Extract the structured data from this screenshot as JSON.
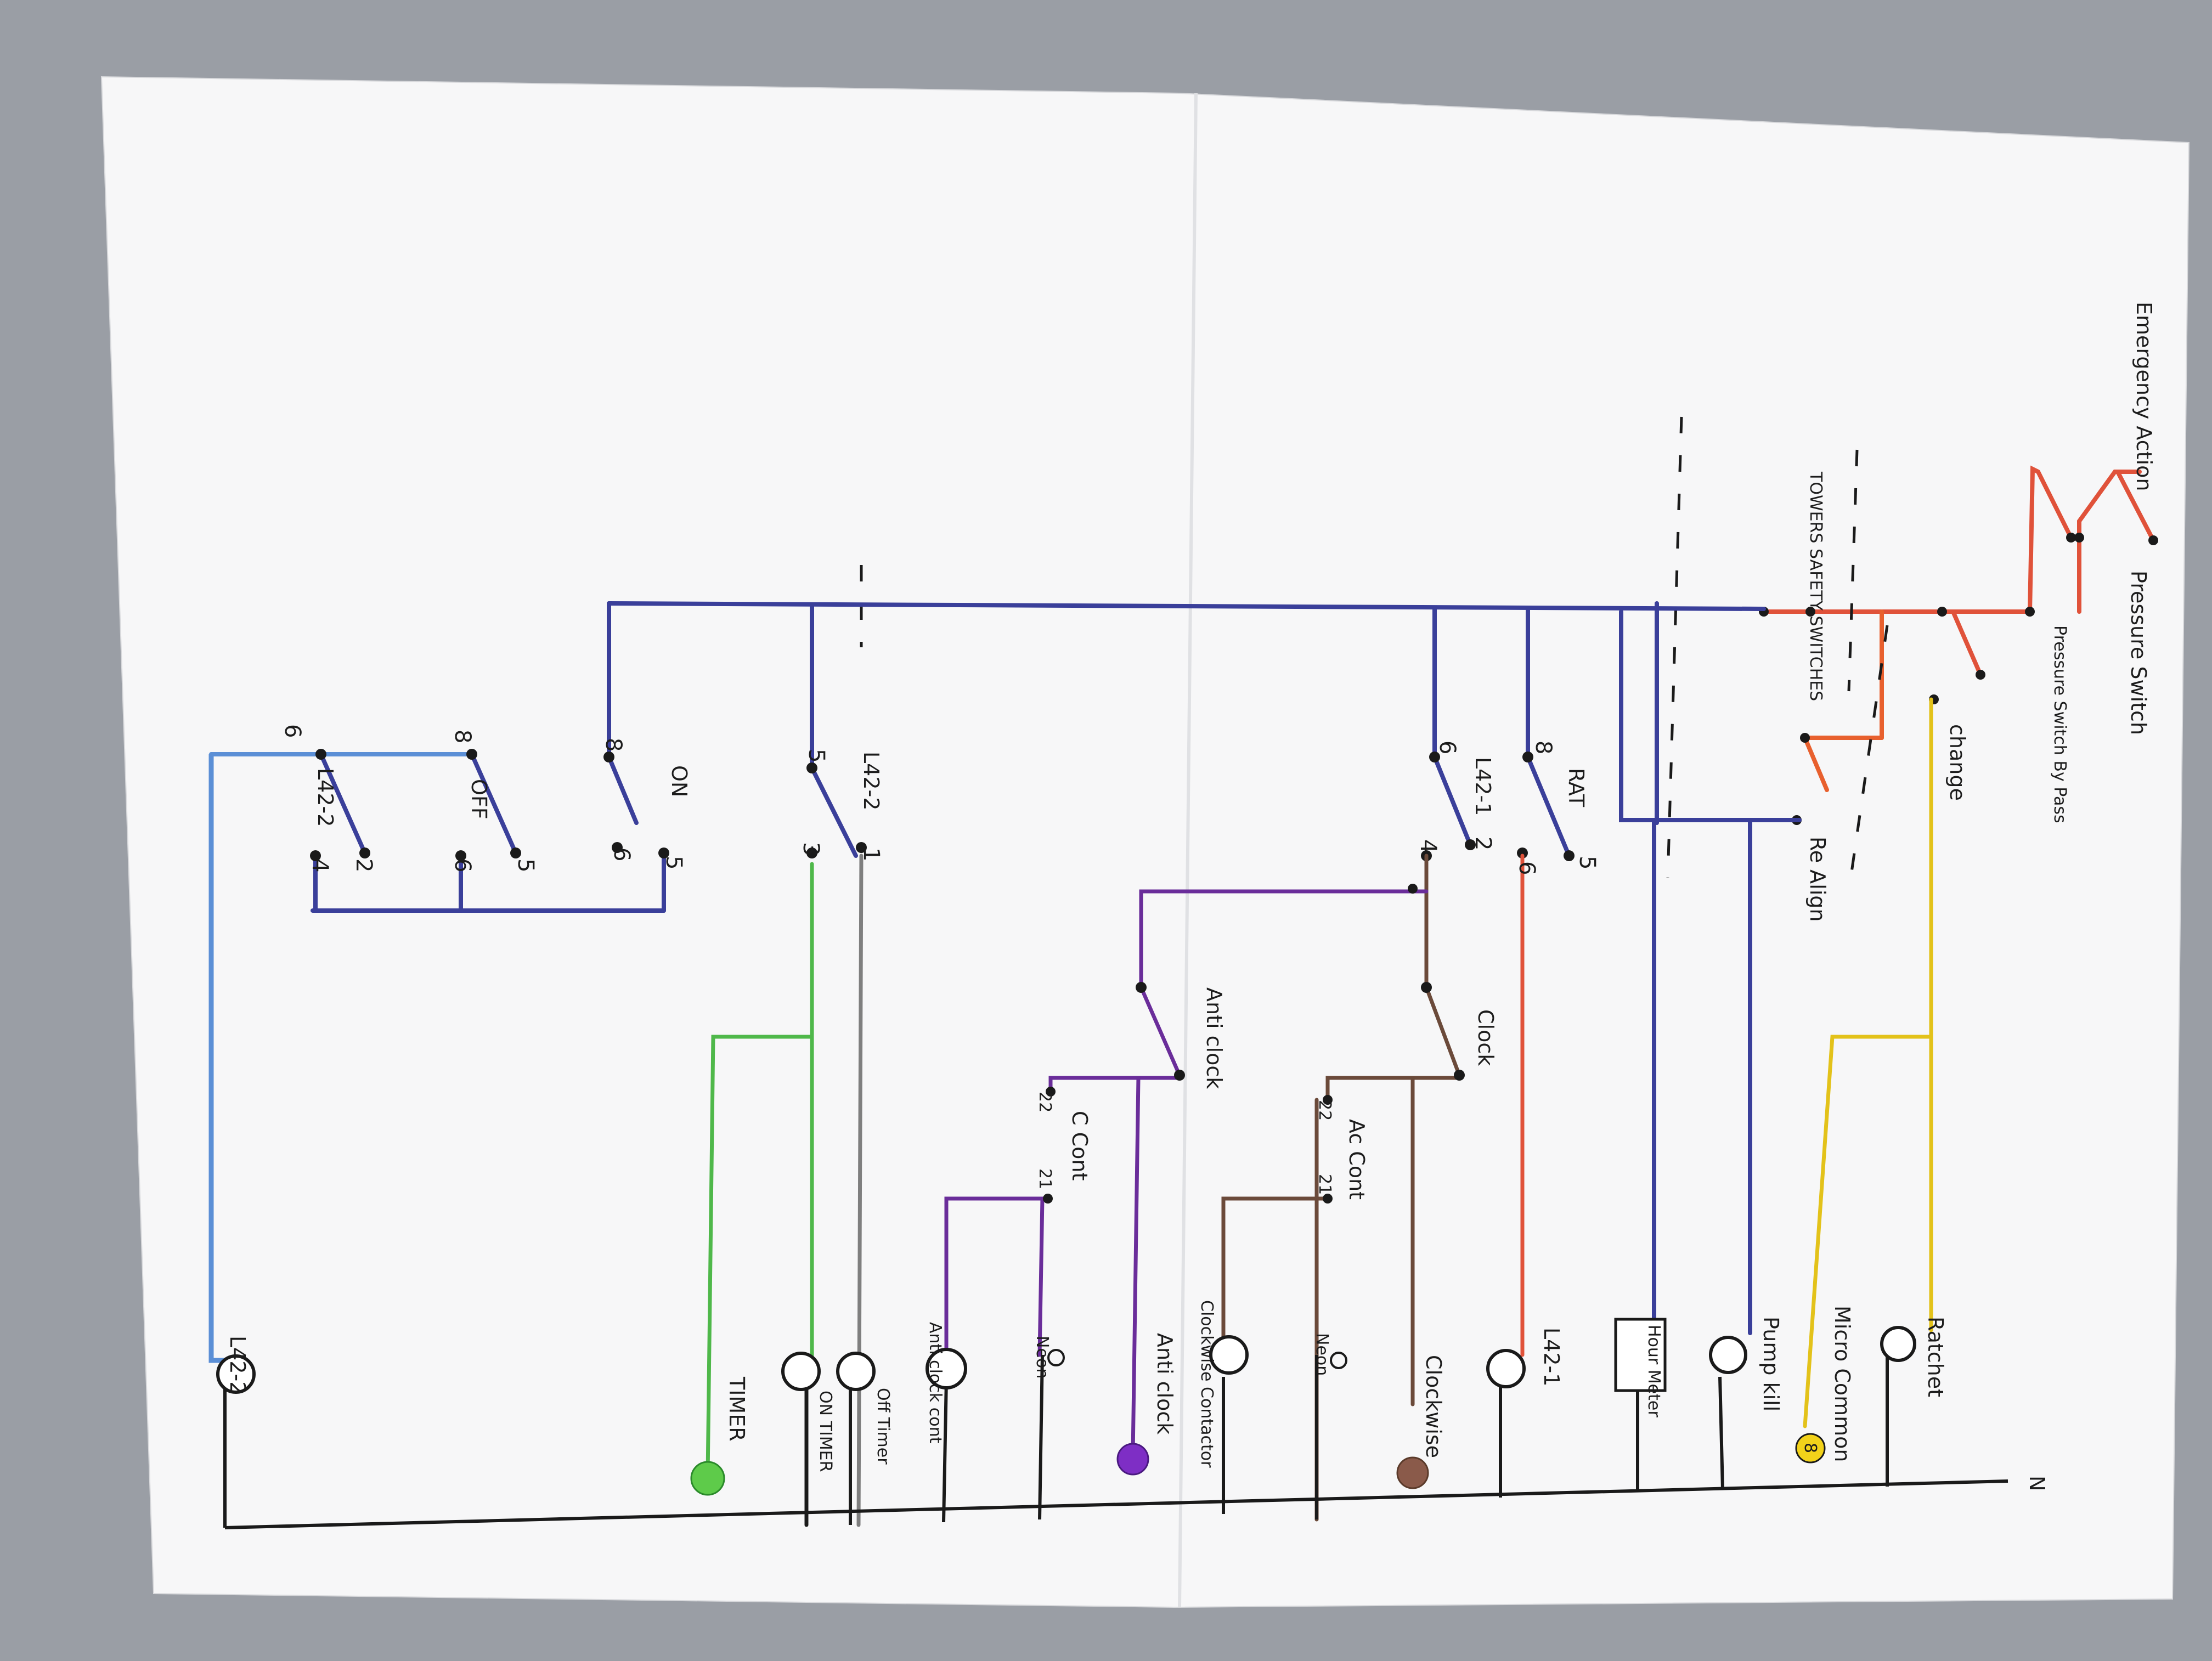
{
  "colors": {
    "paper": "#f7f7f8",
    "desk": "#9a9ea5",
    "ink": "#1a1a1a",
    "blue": "#3a3f9a",
    "light_blue": "#5b8fd6",
    "red": "#e0523a",
    "orange_red": "#e8602e",
    "brown": "#6b4a3a",
    "purple": "#6a2d9a",
    "green": "#4fb84a",
    "yellow": "#e3c21a",
    "grey": "#7f7f7f"
  },
  "labels": {
    "emergency": "Emergency Action",
    "pressure_switch": "Pressure Switch",
    "pressure_switch_bypass": "Pressure Switch By Pass",
    "change": "change",
    "towers_safety": "TOWERS SAFETY SWITCHES",
    "re_align": "Re Align",
    "rat": "RAT",
    "l42_1_switch": "L42-1",
    "clock": "Clock",
    "anti_clock": "Anti clock",
    "ac_cont": "Ac Cont",
    "c_cont": "C Cont",
    "l42_2_switch": "L42-2",
    "on": "ON",
    "off": "OFF",
    "l42_2_lower": "L42-2",
    "ratchet": "Ratchet",
    "micro_common": "Micro Common",
    "micro_num": "8",
    "pump_kill": "Pump kill",
    "hour_meter": "Hour Meter",
    "l42_1_coil": "L42-1",
    "clockwise": "Clockwise",
    "neon_1": "Neon",
    "clockwise_contactor": "Clockwise Contactor",
    "anti_clock_coil": "Anti clock",
    "neon_2": "Neon",
    "anti_clock_cont": "Anti clock cont",
    "off_timer": "Off Timer",
    "on_timer": "ON TIMER",
    "timer": "TIMER",
    "l42_2_coil": "L42-2",
    "neutral": "N"
  },
  "terminals": {
    "rat_8": "8",
    "rat_5": "5",
    "rat_6": "6",
    "l421_6": "6",
    "l421_2": "2",
    "l421_4": "4",
    "ac_22": "22",
    "ac_21": "21",
    "c_22": "22",
    "c_21": "21",
    "l422_5": "5",
    "l422_3": "3",
    "l422_1": "1",
    "on_8": "8",
    "on_6": "6",
    "on_5": "5",
    "off_8": "8",
    "off_6": "6",
    "off_5": "5",
    "low_6": "6",
    "low_2": "2",
    "low_4": "4"
  }
}
